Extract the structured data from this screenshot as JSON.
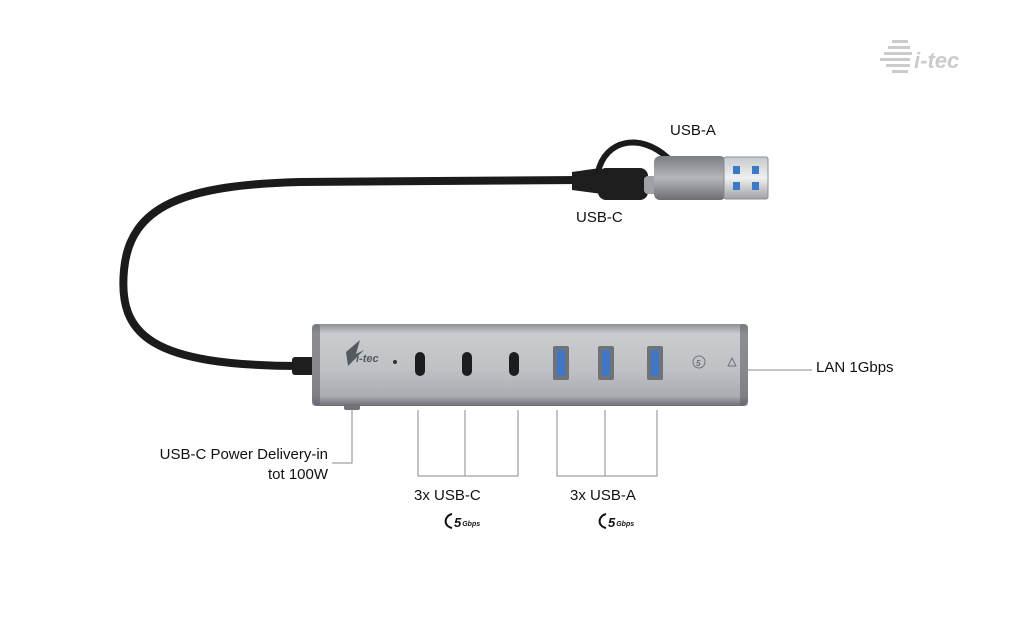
{
  "brand": {
    "logo_text": "i-tec"
  },
  "labels": {
    "usb_a_connector": "USB-A",
    "usb_c_connector": "USB-C",
    "lan": "LAN 1Gbps",
    "pd_line1": "USB-C Power Delivery-in",
    "pd_line2": "tot 100W",
    "usb_c_ports": "3x USB-C",
    "usb_a_ports": "3x USB-A"
  },
  "speed_badges": {
    "number": "5",
    "unit": "Gbps"
  },
  "colors": {
    "hub_body": "#b9bcbf",
    "hub_dark": "#6f7378",
    "cable": "#1b1b1b",
    "usb_blue": "#3e77c6",
    "leader_lines": "#8a8a8a"
  }
}
